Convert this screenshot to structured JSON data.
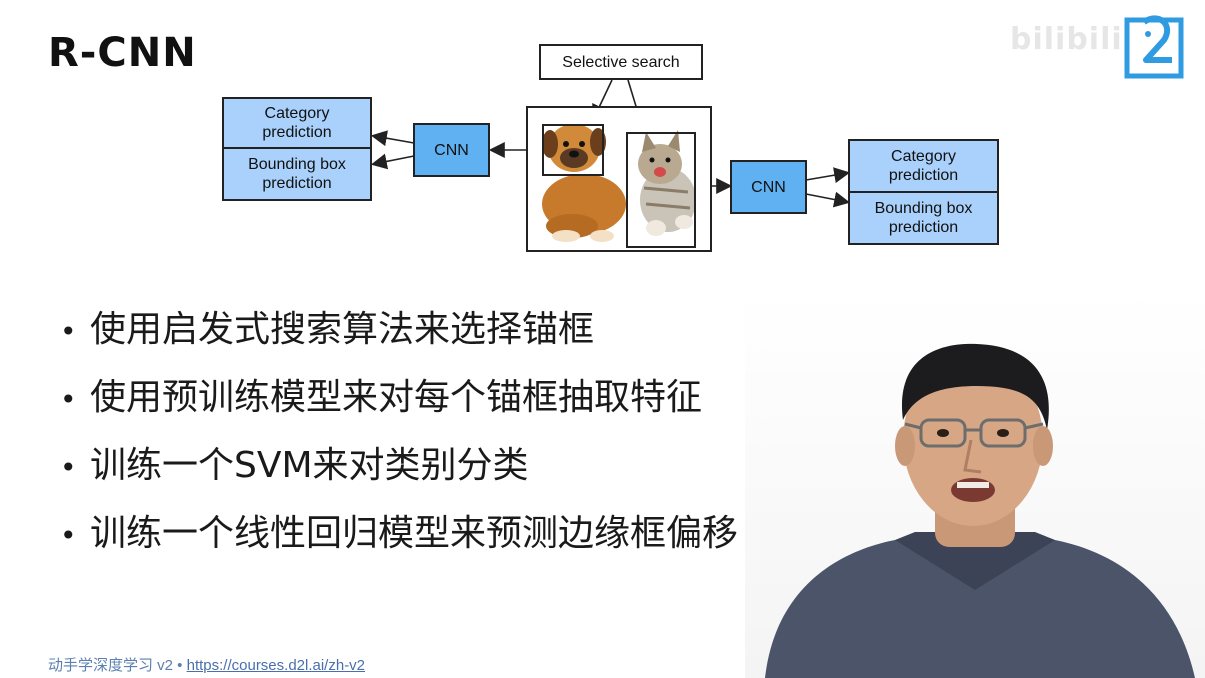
{
  "slide": {
    "title": "R-CNN"
  },
  "diagram": {
    "selective_search": "Selective search",
    "cnn_left": "CNN",
    "cnn_right": "CNN",
    "left_outputs": {
      "category": "Category prediction",
      "bbox": "Bounding box prediction"
    },
    "right_outputs": {
      "category": "Category prediction",
      "bbox": "Bounding box prediction"
    },
    "colors": {
      "output_box": "#a9d1fb",
      "cnn_box": "#5fb1f2"
    }
  },
  "bullets": [
    "使用启发式搜索算法来选择锚框",
    "使用预训练模型来对每个锚框抽取特征",
    "训练一个SVM来对类别分类",
    "训练一个线性回归模型来预测边缘框偏移"
  ],
  "bullet_symbol": "•",
  "footer": {
    "text": "动手学深度学习 v2 •",
    "link": "https://courses.d2l.ai/zh-v2"
  },
  "watermark": "bilibili",
  "icons": {
    "logo": "d2l-logo-icon",
    "photo": "dog-and-cat-photo",
    "presenter": "presenter-video-feed"
  }
}
